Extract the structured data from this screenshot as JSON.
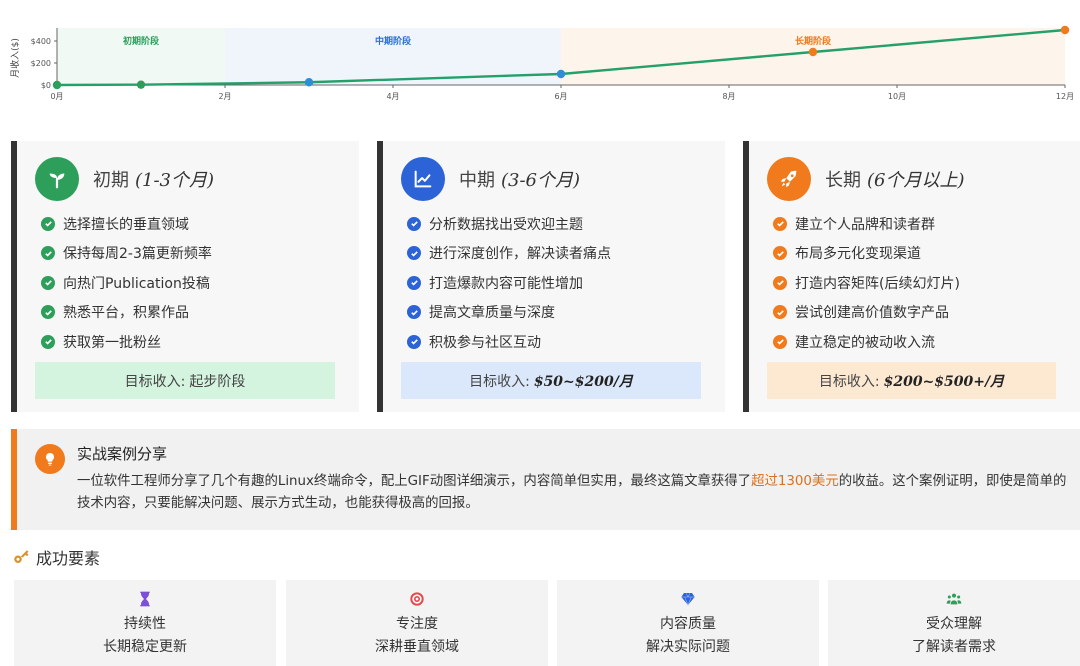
{
  "chart_data": {
    "type": "line",
    "ylabel": "月收入($)",
    "x": [
      0,
      1,
      3,
      6,
      9,
      12
    ],
    "y": [
      0,
      3,
      25,
      100,
      300,
      500
    ],
    "xticks": [
      "0月",
      "2月",
      "4月",
      "6月",
      "8月",
      "10月",
      "12月"
    ],
    "yticks": [
      "$0",
      "$200",
      "$400"
    ],
    "ylim": [
      0,
      500
    ],
    "xlim": [
      0,
      12
    ],
    "phases": [
      {
        "label": "初期阶段",
        "start": 0,
        "end": 2,
        "color": "#2e9e5b"
      },
      {
        "label": "中期阶段",
        "start": 2,
        "end": 6,
        "color": "#2c6fd6"
      },
      {
        "label": "长期阶段",
        "start": 6,
        "end": 12,
        "color": "#f07a1c"
      }
    ],
    "line_color": "#24a06b"
  },
  "stages": [
    {
      "title": "初期",
      "range": "(1-3个月)",
      "color": "#2e9e5b",
      "target_bg": "#d4f4df",
      "icon": "sprout-icon",
      "items": [
        "选择擅长的垂直领域",
        "保持每周2-3篇更新频率",
        "向热门Publication投稿",
        "熟悉平台，积累作品",
        "获取第一批粉丝"
      ],
      "target_label": "目标收入:",
      "target_value": "起步阶段"
    },
    {
      "title": "中期",
      "range": "(3-6个月)",
      "color": "#2c63d6",
      "target_bg": "#dbe8fb",
      "icon": "chart-line-icon",
      "items": [
        "分析数据找出受欢迎主题",
        "进行深度创作，解决读者痛点",
        "打造爆款内容可能性增加",
        "提高文章质量与深度",
        "积极参与社区互动"
      ],
      "target_label": "目标收入:",
      "target_value": "$50~$200/月"
    },
    {
      "title": "长期",
      "range": "(6个月以上)",
      "color": "#f07a1c",
      "target_bg": "#fde9d2",
      "icon": "rocket-icon",
      "items": [
        "建立个人品牌和读者群",
        "布局多元化变现渠道",
        "打造内容矩阵(后续幻灯片)",
        "尝试创建高价值数字产品",
        "建立稳定的被动收入流"
      ],
      "target_label": "目标收入:",
      "target_value": "$200~$500+/月"
    }
  ],
  "case": {
    "title": "实战案例分享",
    "body_before": "一位软件工程师分享了几个有趣的Linux终端命令，配上GIF动图详细演示，内容简单但实用，最终这篇文章获得了",
    "highlight": "超过1300美元",
    "body_after": "的收益。这个案例证明，即使是简单的技术内容，只要能解决问题、展示方式生动，也能获得极高的回报。"
  },
  "factors": {
    "title": "成功要素",
    "items": [
      {
        "icon": "hourglass-icon",
        "color": "#7b4fd6",
        "title": "持续性",
        "subtitle": "长期稳定更新"
      },
      {
        "icon": "target-icon",
        "color": "#e5484d",
        "title": "专注度",
        "subtitle": "深耕垂直领域"
      },
      {
        "icon": "gem-icon",
        "color": "#2c63d6",
        "title": "内容质量",
        "subtitle": "解决实际问题"
      },
      {
        "icon": "users-icon",
        "color": "#2e9e5b",
        "title": "受众理解",
        "subtitle": "了解读者需求"
      }
    ]
  }
}
